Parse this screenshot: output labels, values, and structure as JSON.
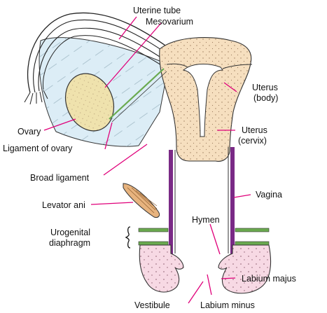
{
  "labels": {
    "uterine_tube": "Uterine tube",
    "mesovarium": "Mesovarium",
    "uterus_body": "Uterus\n(body)",
    "ovary": "Ovary",
    "ligament_of_ovary": "Ligament of ovary",
    "uterus_cervix": "Uterus\n(cervix)",
    "broad_ligament": "Broad ligament",
    "vagina": "Vagina",
    "levator_ani": "Levator ani",
    "hymen": "Hymen",
    "urogenital_diaphragm": "Urogenital\ndiaphragm",
    "labium_majus": "Labium majus",
    "vestibule": "Vestibule",
    "labium_minus": "Labium minus"
  },
  "colors": {
    "leader": "#e0007a",
    "uterus": "#f6dfbf",
    "ovary": "#efe2ad",
    "ligament": "#dcedf6",
    "vagina_wall": "#7a2a86",
    "diaphragm": "#6aaa4f",
    "labia": "#f7d9e4",
    "levator": "#e7b37e"
  }
}
